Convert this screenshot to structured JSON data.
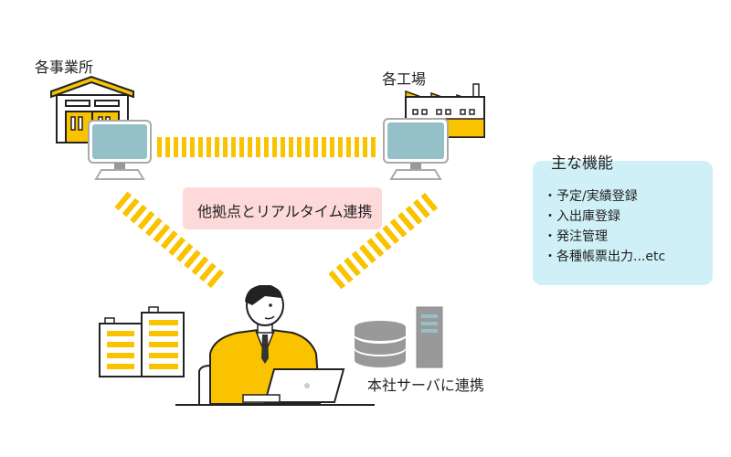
{
  "sites": {
    "office_label": "各事業所",
    "factory_label": "各工場"
  },
  "realtime_label": "他拠点とリアルタイム連携",
  "server_label": "本社サーバに連携",
  "features": {
    "title": "主な機能",
    "items": [
      "予定/実績登録",
      "入出庫登録",
      "発注管理",
      "各種帳票出力...etc"
    ]
  },
  "colors": {
    "accent": "#f9c300",
    "pink": "#fdd9da",
    "feature_bg": "#cff0f7",
    "screen": "#95c0c8"
  }
}
